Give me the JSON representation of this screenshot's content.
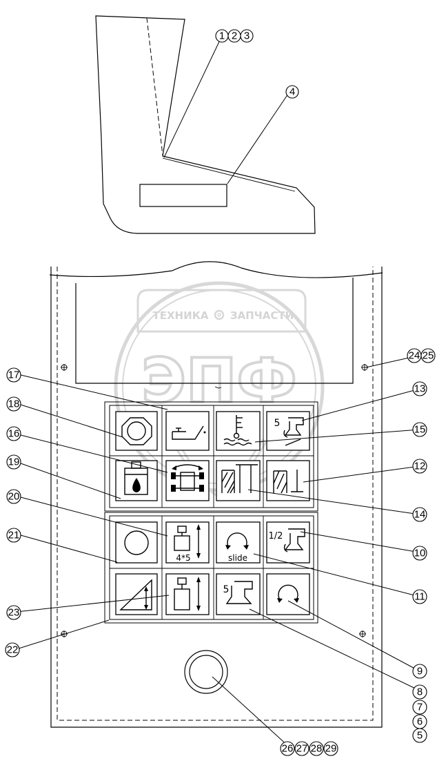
{
  "watermark": {
    "top_left": "ТЕХНИКА",
    "top_right": "ЗАПЧАСТИ",
    "big": "ЭПФ"
  },
  "key_labels": {
    "travel_mode": "4*5",
    "slide": "slide",
    "half": "1/2",
    "five_a": "5",
    "five_b": "5"
  },
  "callouts": {
    "c1": "1",
    "c2": "2",
    "c3": "3",
    "c4": "4",
    "c5": "5",
    "c6": "6",
    "c7": "7",
    "c8": "8",
    "c9": "9",
    "c10": "10",
    "c11": "11",
    "c12": "12",
    "c13": "13",
    "c14": "14",
    "c15": "15",
    "c16": "16",
    "c17": "17",
    "c18": "18",
    "c19": "19",
    "c20": "20",
    "c21": "21",
    "c22": "22",
    "c23": "23",
    "c24": "24",
    "c25": "25",
    "c26": "26",
    "c27": "27",
    "c28": "28",
    "c29": "29"
  }
}
